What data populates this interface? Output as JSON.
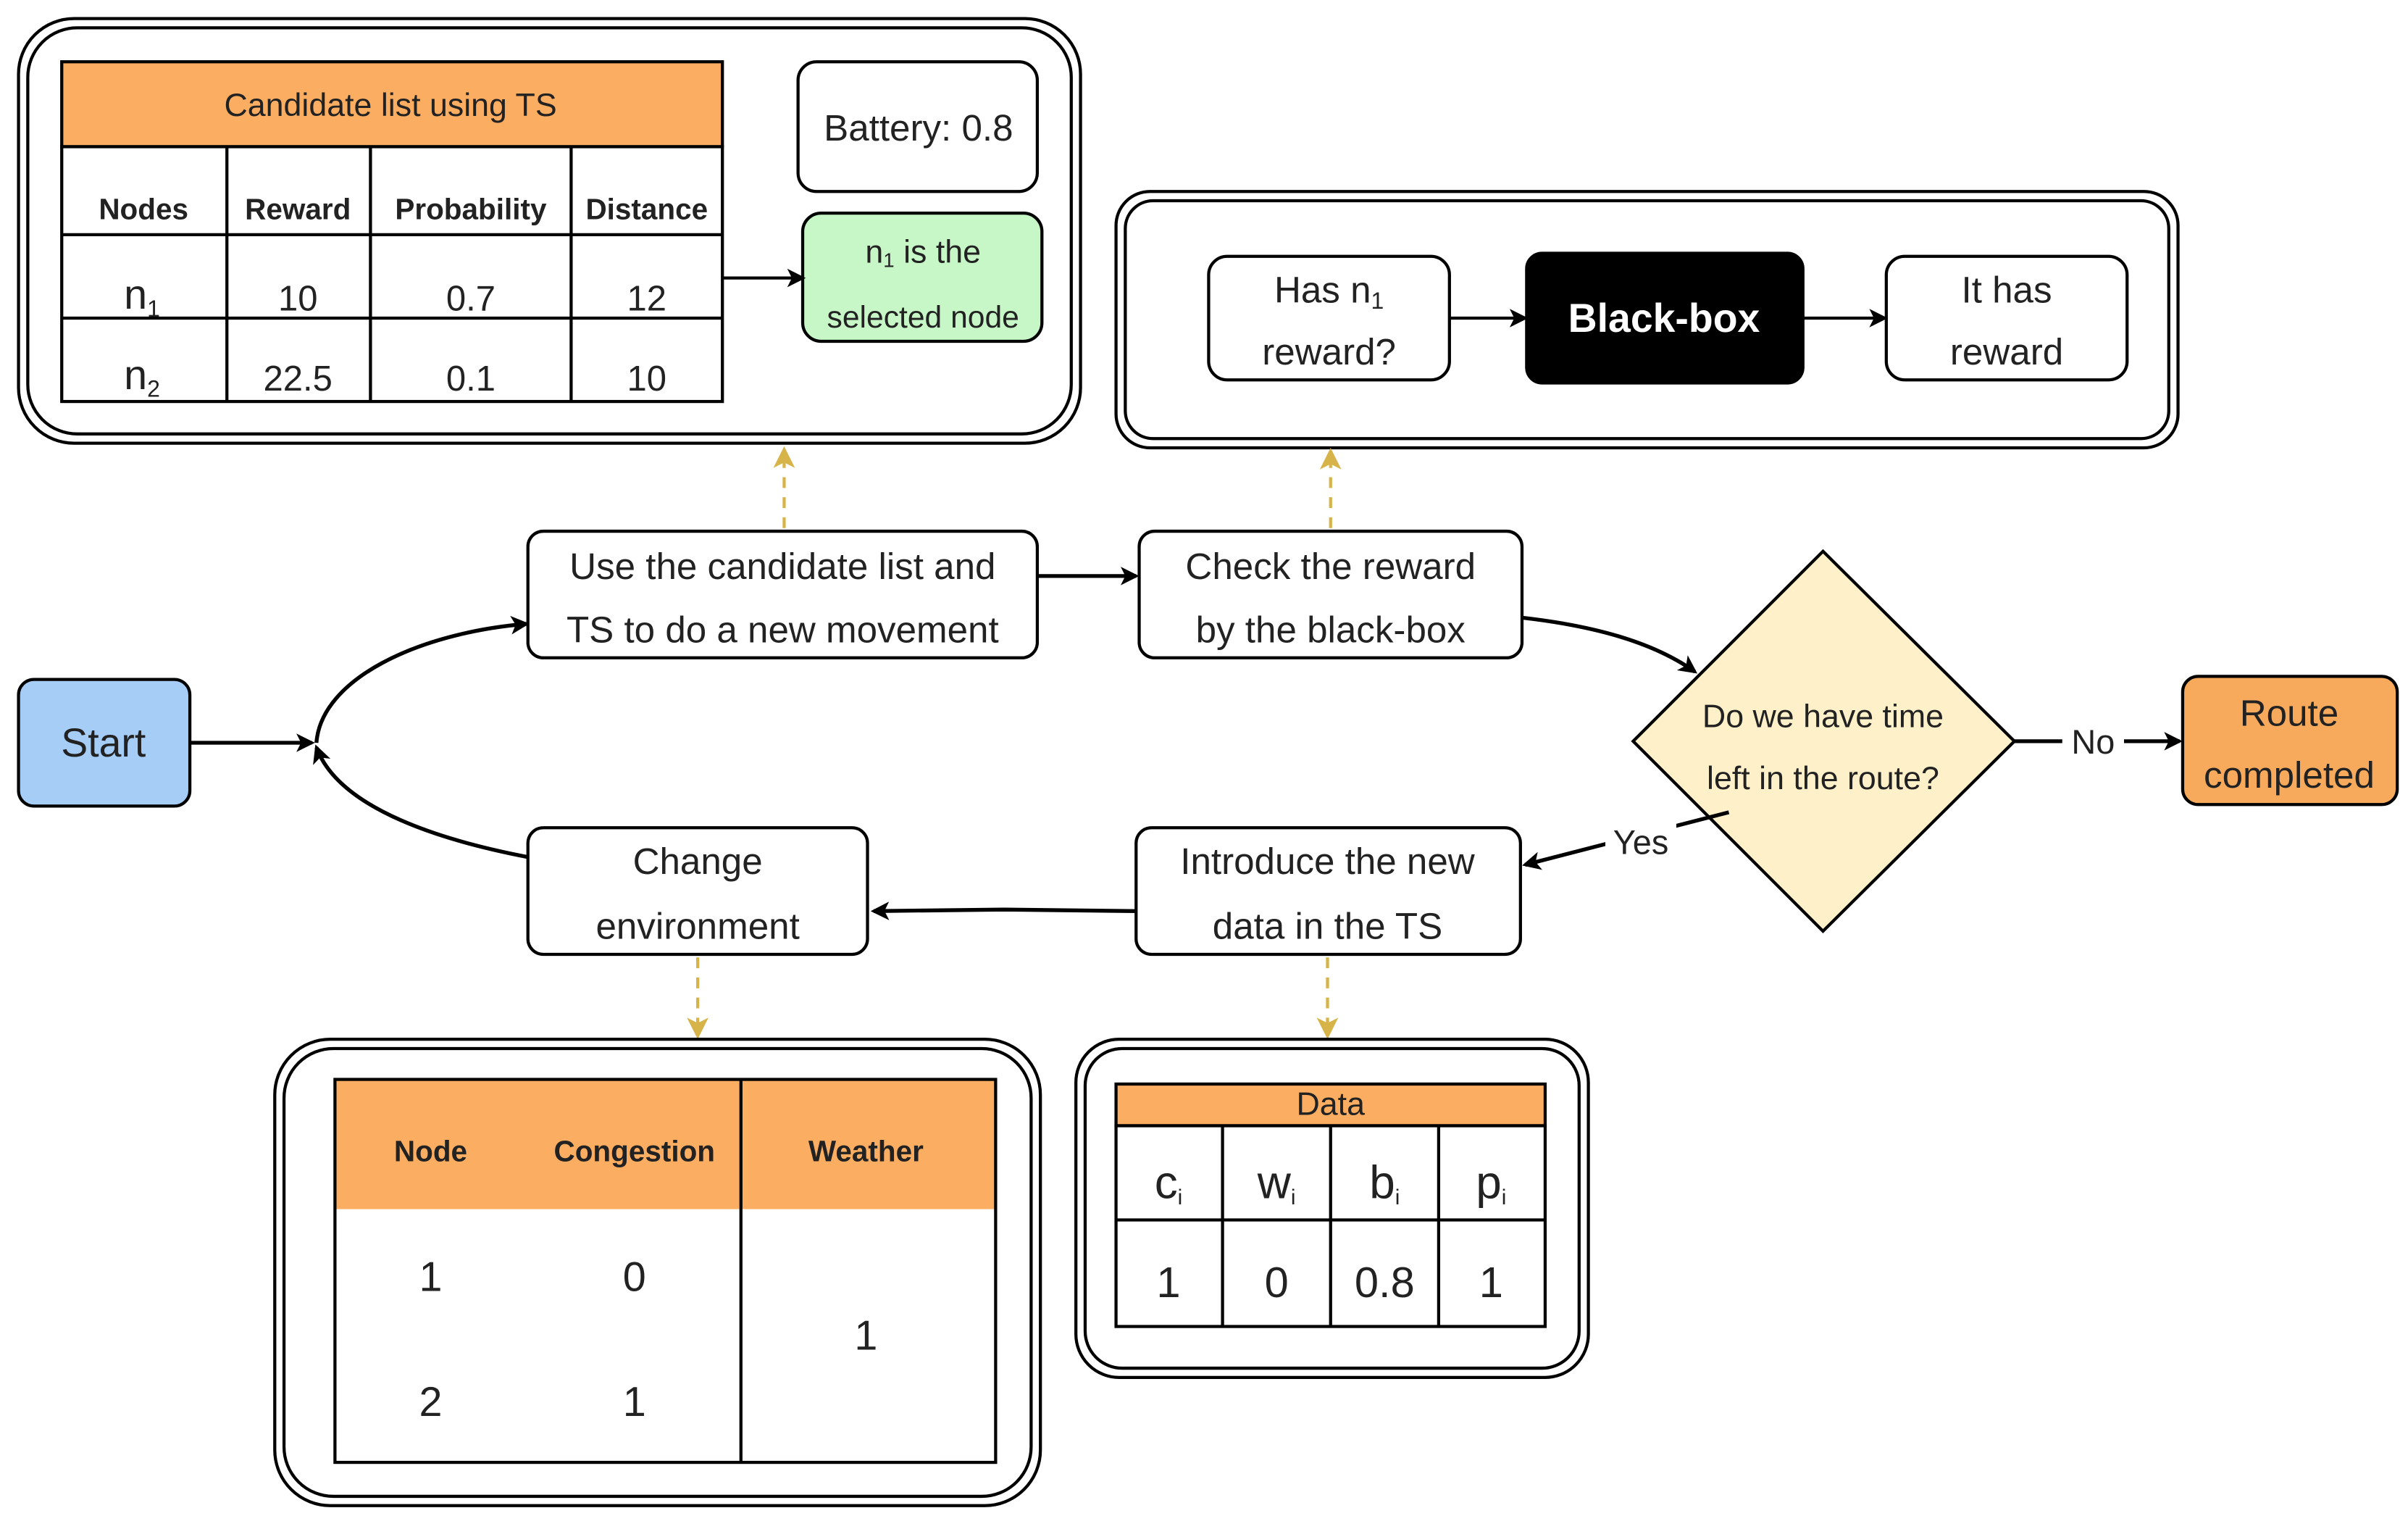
{
  "colors": {
    "start_fill": "#a6cdf6",
    "end_fill": "#f7a95c",
    "header_fill": "#fbad61",
    "selected_fill": "#c7f7c7",
    "decision_fill": "#fef0c8",
    "blackbox_fill": "#000000",
    "dashed_arrow": "#d6b44a"
  },
  "start": {
    "label": "Start"
  },
  "steps": {
    "use_candidate": {
      "line1": "Use the candidate list and",
      "line2": "TS to do a new movement"
    },
    "check_reward": {
      "line1": "Check the reward",
      "line2": "by the black-box"
    },
    "introduce_data": {
      "line1": "Introduce the new",
      "line2": "data in the TS"
    },
    "change_env": {
      "line1": "Change",
      "line2": "environment"
    }
  },
  "decision": {
    "line1": "Do we have time",
    "line2": "left in the route?",
    "yes": "Yes",
    "no": "No"
  },
  "end": {
    "line1": "Route",
    "line2": "completed"
  },
  "candidate_panel": {
    "title": "Candidate list using TS",
    "headers": [
      "Nodes",
      "Reward",
      "Probability",
      "Distance"
    ],
    "rows": [
      {
        "node": "n",
        "sub": "1",
        "reward": "10",
        "probability": "0.7",
        "distance": "12"
      },
      {
        "node": "n",
        "sub": "2",
        "reward": "22.5",
        "probability": "0.1",
        "distance": "10"
      }
    ],
    "battery": "Battery: 0.8",
    "selected": {
      "pre": "n",
      "sub": "1",
      "post": " is the",
      "line2": "selected node"
    }
  },
  "blackbox_panel": {
    "question": {
      "pre": "Has n",
      "sub": "1",
      "line2": "reward?"
    },
    "blackbox": "Black-box",
    "answer": {
      "line1": "It has",
      "line2": "reward"
    }
  },
  "environment_table": {
    "headers": [
      "Node",
      "Congestion",
      "Weather"
    ],
    "rows": [
      {
        "node": "1",
        "congestion": "0"
      },
      {
        "node": "2",
        "congestion": "1"
      }
    ],
    "weather": "1"
  },
  "data_table": {
    "title": "Data",
    "headers": [
      {
        "base": "c",
        "sub": "i"
      },
      {
        "base": "w",
        "sub": "i"
      },
      {
        "base": "b",
        "sub": "i"
      },
      {
        "base": "p",
        "sub": "i"
      }
    ],
    "values": [
      "1",
      "0",
      "0.8",
      "1"
    ]
  }
}
